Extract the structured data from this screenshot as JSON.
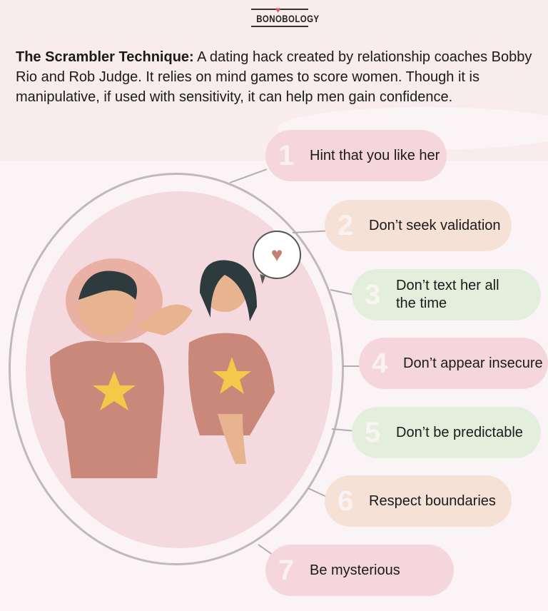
{
  "brand": {
    "name": "BONOBOLOGY",
    "icon": "heart-icon"
  },
  "intro": {
    "title": "The Scrambler Technique:",
    "body": " A dating hack created by relationship coaches Bobby Rio and Rob Judge. It relies on mind games to score women. Though it is manipulative, if used with sensitivity, it can help men gain confidence."
  },
  "illustration": {
    "speech_bubble_icon": "heart-icon",
    "description": "couple-illustration"
  },
  "tips": [
    {
      "number": "1",
      "label": "Hint that you like her",
      "color": "#f5d6dc"
    },
    {
      "number": "2",
      "label": "Don’t seek validation",
      "color": "#f6e1d6"
    },
    {
      "number": "3",
      "label": "Don’t text her all the time",
      "color": "#e3efdc"
    },
    {
      "number": "4",
      "label": "Don’t appear insecure",
      "color": "#f5d6dc"
    },
    {
      "number": "5",
      "label": "Don’t be predictable",
      "color": "#e3efdc"
    },
    {
      "number": "6",
      "label": "Respect boundaries",
      "color": "#f6e1d6"
    },
    {
      "number": "7",
      "label": "Be mysterious",
      "color": "#f5d6dc"
    }
  ]
}
